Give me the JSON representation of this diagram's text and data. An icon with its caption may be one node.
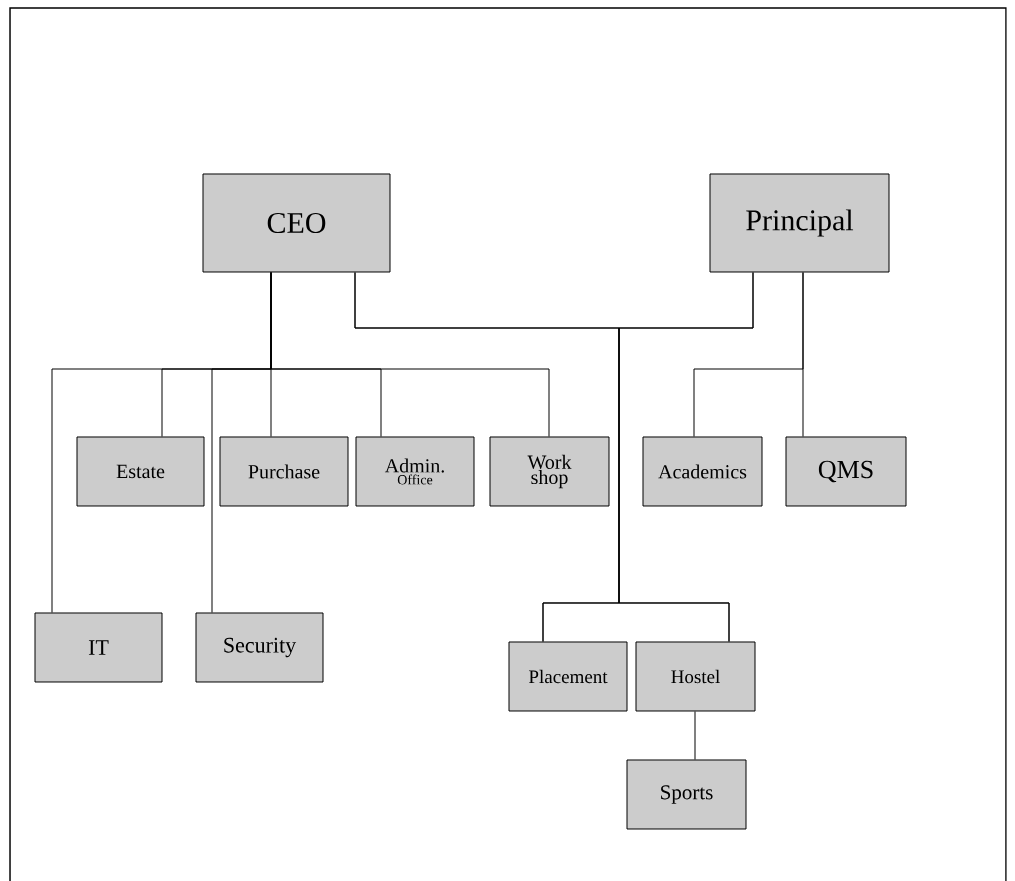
{
  "diagram": {
    "nodes": [
      {
        "text": [
          "CEO"
        ]
      },
      {
        "text": [
          "Principal"
        ]
      },
      {
        "text": [
          "Estate"
        ]
      },
      {
        "text": [
          "Purchase"
        ]
      },
      {
        "text": [
          "Admin.",
          "Office"
        ]
      },
      {
        "text": [
          "Work shop"
        ]
      },
      {
        "text": [
          "Academics"
        ]
      },
      {
        "text": [
          "QMS"
        ]
      },
      {
        "text": [
          "IT"
        ]
      },
      {
        "text": [
          "Security"
        ]
      },
      {
        "text": [
          "Placement"
        ]
      },
      {
        "text": [
          "Hostel"
        ]
      },
      {
        "text": [
          "Sports"
        ]
      }
    ],
    "edges": [
      {
        "from": 0,
        "to": 2,
        "arrow": "none"
      },
      {
        "from": 0,
        "to": 3,
        "arrow": "none"
      },
      {
        "from": 0,
        "to": 4,
        "arrow": "none"
      },
      {
        "from": 0,
        "to": 5,
        "arrow": "none"
      },
      {
        "from": 0,
        "to": 8,
        "arrow": "none"
      },
      {
        "from": 0,
        "to": 9,
        "arrow": "none"
      },
      {
        "from": 0,
        "to": 10,
        "arrow": "none"
      },
      {
        "from": 0,
        "to": 11,
        "arrow": "none"
      },
      {
        "from": 1,
        "to": 10,
        "arrow": "none"
      },
      {
        "from": 1,
        "to": 11,
        "arrow": "none"
      },
      {
        "from": 1,
        "to": 6,
        "arrow": "none"
      },
      {
        "from": 1,
        "to": 7,
        "arrow": "none"
      },
      {
        "from": 11,
        "to": 12,
        "arrow": "none"
      }
    ]
  }
}
